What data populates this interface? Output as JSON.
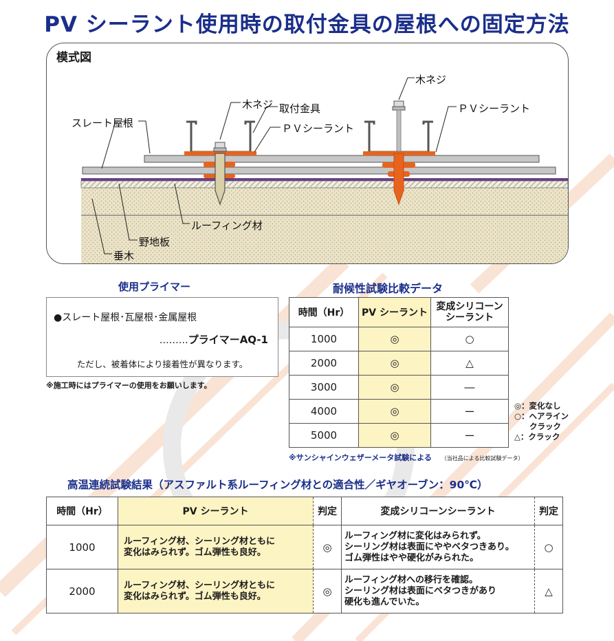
{
  "title": "PV シーラント使用時の取付金具の屋根への固定方法",
  "diagram": {
    "heading": "模式図",
    "labels": {
      "wood_screw_left": "木ネジ",
      "bracket": "取付金具",
      "pv_sealant_left": "ＰＶシーラント",
      "slate_roof": "スレート屋根",
      "wood_screw_right": "木ネジ",
      "pv_sealant_right": "ＰＶシーラント",
      "roofing": "ルーフィング材",
      "sheathing": "野地板",
      "rafter": "垂木"
    }
  },
  "primer": {
    "section_title": "使用プライマー",
    "line1": "●スレート屋根･瓦屋根･金属屋根",
    "line2_dots": "………",
    "line2_product": "プライマーAQ-1",
    "line3": "ただし、被着体により接着性が異なります。",
    "note": "※施工時にはプライマーの使用をお願いします。"
  },
  "weather_test": {
    "section_title": "耐候性試験比較データ",
    "headers": [
      "時間（Hr）",
      "PV シーラント",
      "変成シリコーン\nシーラント"
    ],
    "rows": [
      [
        "1000",
        "◎",
        "○"
      ],
      [
        "2000",
        "◎",
        "△"
      ],
      [
        "3000",
        "◎",
        "―"
      ],
      [
        "4000",
        "◎",
        "ー"
      ],
      [
        "5000",
        "◎",
        "ー"
      ]
    ],
    "note": "※サンシャインウェザーメータ試験による",
    "note_small": "（当社品による比較試験データ）",
    "legend": [
      "◎：変化なし",
      "○：ヘアライン",
      "クラック",
      "△：クラック"
    ]
  },
  "heat_test": {
    "section_title": "高温連続試験結果（アスファルト系ルーフィング材との適合性／ギヤオーブン：90℃）",
    "headers": [
      "時間（Hr）",
      "PV シーラント",
      "判定",
      "変成シリコーンシーラント",
      "判定"
    ],
    "rows": [
      {
        "time": "1000",
        "pv": [
          "ルーフィング材、シーリング材ともに",
          "変化はみられず。ゴム弾性も良好。"
        ],
        "pv_result": "◎",
        "ms": [
          "ルーフィング材に変化はみられず。",
          "シーリング材は表面にややベタつきあり。",
          "ゴム弾性はやや硬化がみられた。"
        ],
        "ms_result": "○"
      },
      {
        "time": "2000",
        "pv": [
          "ルーフィング材、シーリング材ともに",
          "変化はみられず。ゴム弾性も良好。"
        ],
        "pv_result": "◎",
        "ms": [
          "ルーフィング材への移行を確認。",
          "シーリング材は表面にベタつきがあり",
          "硬化も進んでいた。"
        ],
        "ms_result": "△"
      }
    ]
  }
}
